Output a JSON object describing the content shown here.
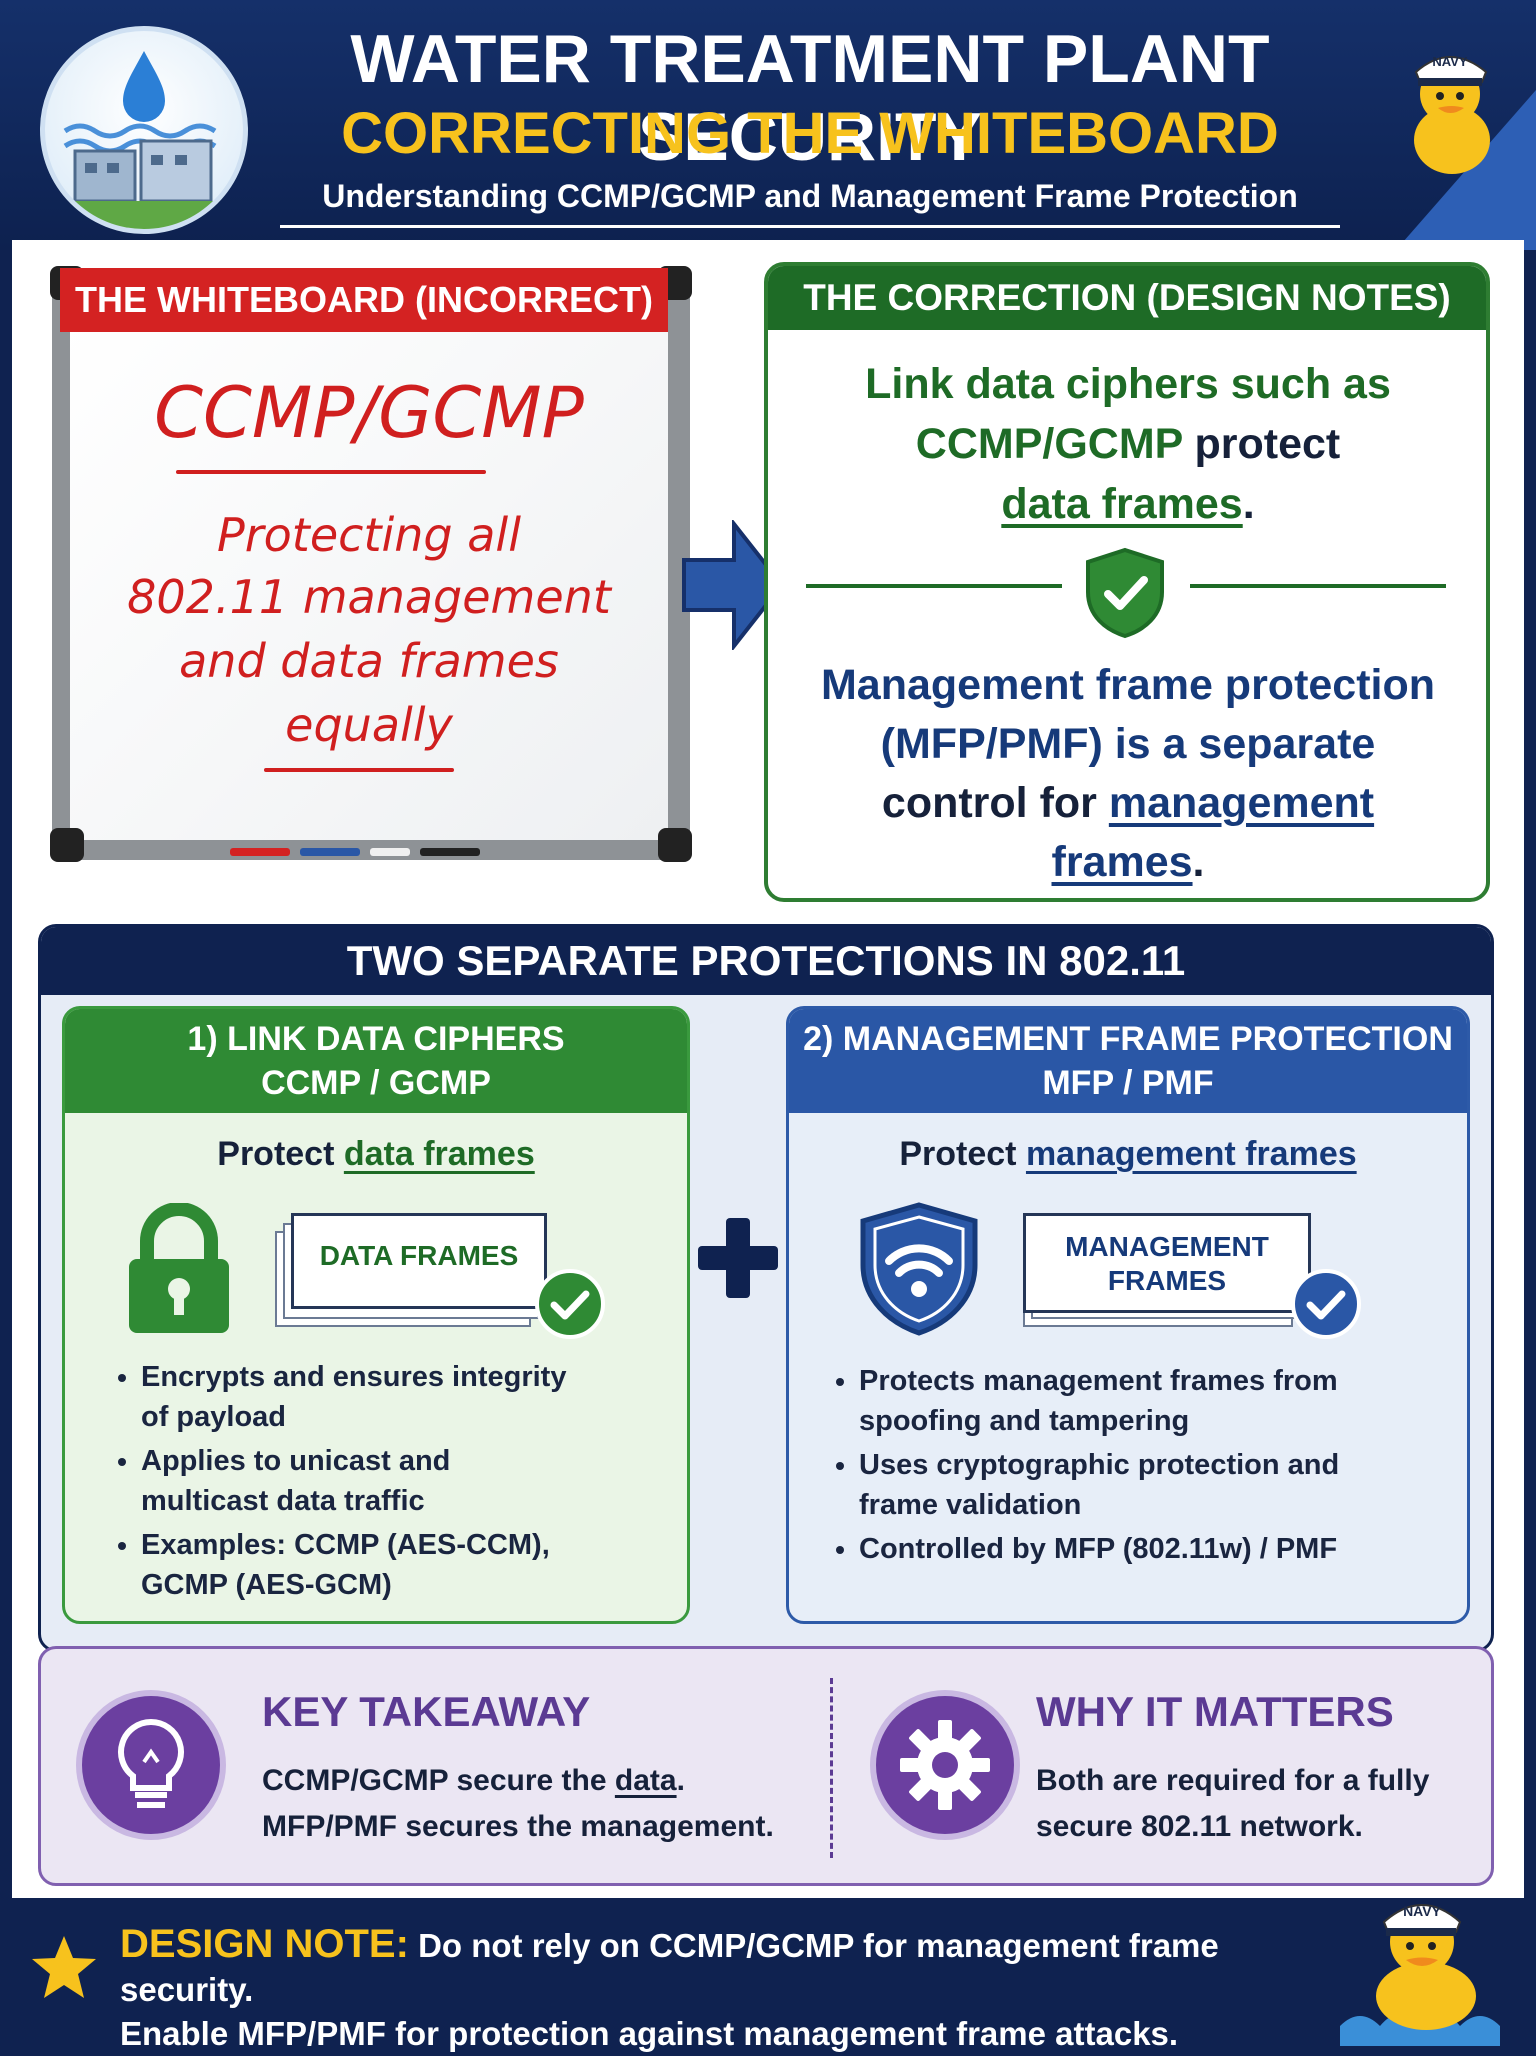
{
  "header": {
    "title": "WATER TREATMENT PLANT SECURITY",
    "subtitle_main": "CORRECTING THE WHITEBOARD",
    "tagline": "Understanding CCMP/GCMP and Management Frame Protection",
    "duck_cap_text": "NAVY"
  },
  "whiteboard": {
    "banner": "THE WHITEBOARD (INCORRECT)",
    "headline": "CCMP/GCMP",
    "lines": [
      "Protecting all",
      "802.11 management",
      "and data frames",
      "equally"
    ]
  },
  "correction": {
    "banner": "THE CORRECTION (DESIGN NOTES)",
    "p1_a": "Link data ciphers such as",
    "p1_b": "CCMP/GCMP",
    "p1_c": " protect",
    "p1_d": "data frames",
    "p1_e": ".",
    "p2_a": "Management frame protection",
    "p2_b": "(MFP/PMF) is a separate",
    "p2_c": "control for ",
    "p2_d": "management",
    "p2_e": "frames",
    "p2_f": "."
  },
  "protections": {
    "title": "TWO SEPARATE PROTECTIONS IN 802.11",
    "link": {
      "title_l1": "1) LINK DATA CIPHERS",
      "title_l2": "CCMP / GCMP",
      "protect_prefix": "Protect ",
      "protect_target": "data frames",
      "frames_label": "DATA FRAMES",
      "bullets": [
        "Encrypts and ensures integrity of payload",
        "Applies to unicast and multicast data traffic",
        "Examples: CCMP (AES-CCM), GCMP (AES-GCM)"
      ]
    },
    "mgmt": {
      "title_l1": "2) MANAGEMENT FRAME PROTECTION",
      "title_l2": "MFP / PMF",
      "protect_prefix": "Protect ",
      "protect_target": "management frames",
      "frames_l1": "MANAGEMENT",
      "frames_l2": "FRAMES",
      "bullets": [
        "Protects management frames from spoofing and tampering",
        "Uses cryptographic protection and frame validation",
        "Controlled by MFP (802.11w) / PMF"
      ]
    }
  },
  "takeaway": {
    "title": "KEY TAKEAWAY",
    "l1_a": "CCMP/GCMP secure the ",
    "l1_b": "data",
    "l1_c": ".",
    "l2": "MFP/PMF secures the management."
  },
  "why": {
    "title": "WHY IT MATTERS",
    "l1": "Both are required for a fully",
    "l2": "secure 802.11 network."
  },
  "footer": {
    "label": "DESIGN NOTE:",
    "l1": " Do not rely on CCMP/GCMP for management frame security.",
    "l2": "Enable MFP/PMF for protection against management frame attacks."
  },
  "colors": {
    "navy": "#0f2250",
    "gold": "#f7c21d",
    "red": "#d42222",
    "green": "#1e6b26",
    "blue": "#2a57a6",
    "purple": "#5b3a93"
  }
}
